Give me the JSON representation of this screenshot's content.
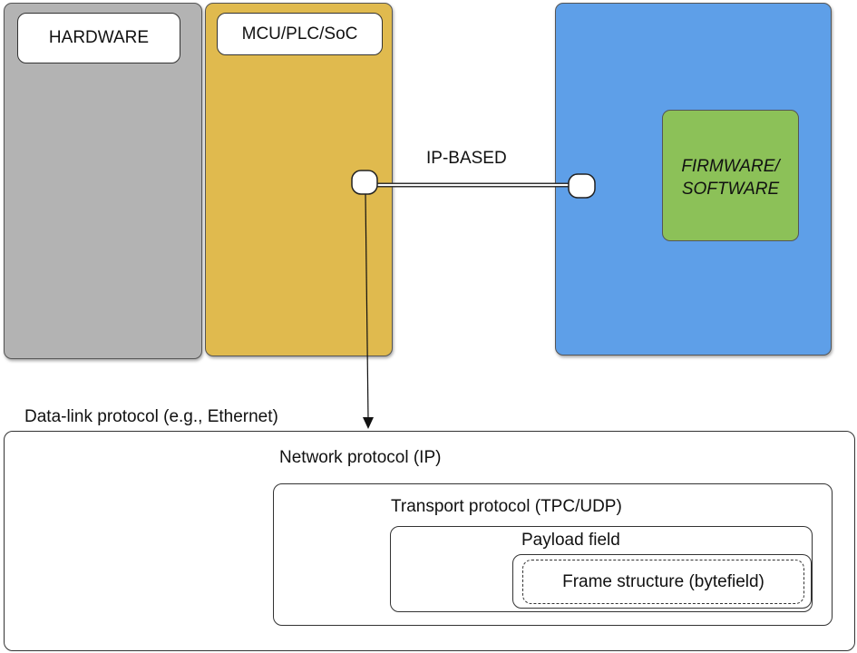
{
  "blocks": {
    "hardware": {
      "label": "HARDWARE",
      "color": "#b3b3b3"
    },
    "mcu": {
      "label": "MCU/PLC/SoC",
      "color": "#e0ba4e"
    },
    "host": {
      "color": "#5e9fe8"
    },
    "firmware": {
      "label": "FIRMWARE/\nSOFTWARE",
      "color": "#8cc158"
    }
  },
  "connection": {
    "label": "IP-BASED"
  },
  "protocol_stack": {
    "data_link": "Data-link protocol (e.g., Ethernet)",
    "network": "Network protocol (IP)",
    "transport": "Transport protocol (TPC/UDP)",
    "payload": "Payload field",
    "frame": "Frame structure (bytefield)"
  }
}
